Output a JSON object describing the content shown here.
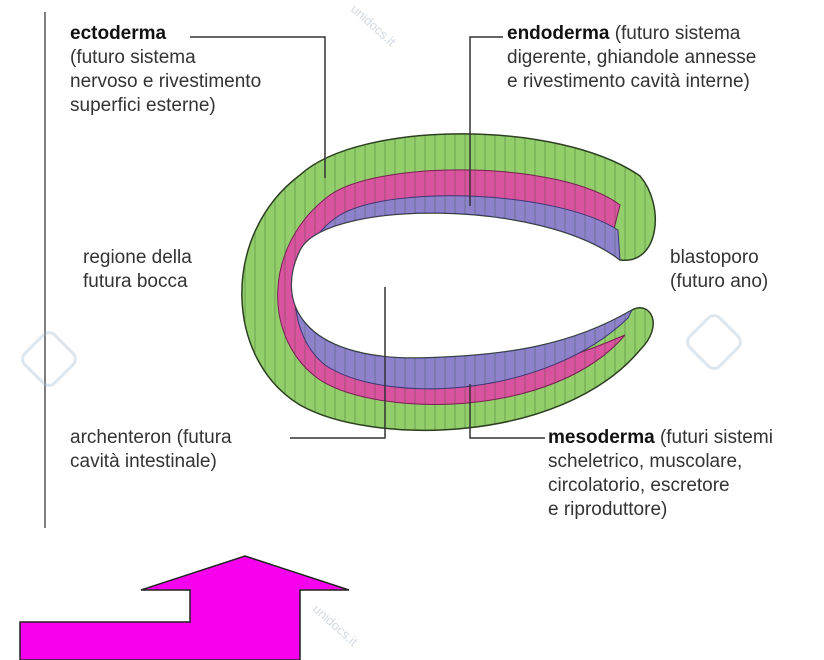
{
  "labels": {
    "ectoderm": {
      "term": "ectoderma",
      "lines": [
        "(futuro sistema",
        "nervoso e rivestimento",
        "superfici esterne)"
      ]
    },
    "endoderm": {
      "term": "endoderma",
      "first_rest": " (futuro sistema",
      "lines": [
        "digerente, ghiandole annesse",
        "e rivestimento cavità interne)"
      ]
    },
    "mouth_region": {
      "lines": [
        "regione della",
        "futura bocca"
      ]
    },
    "blastopore": {
      "lines": [
        "blastoporo",
        "(futuro ano)"
      ]
    },
    "archenteron": {
      "lines": [
        "archenteron (futura",
        "cavità intestinale)"
      ]
    },
    "mesoderm": {
      "term": "mesoderma",
      "first_rest": " (futuri sistemi",
      "lines": [
        "scheletrico, muscolare,",
        "circolatorio, escretore",
        "e riproduttore)"
      ]
    }
  },
  "watermark": "unidocs.it",
  "colors": {
    "ectoderm": "#92cf6a",
    "mesoderm": "#d9539e",
    "endoderm": "#8f82cc",
    "arrow": "#f700ee",
    "line": "#333333"
  }
}
